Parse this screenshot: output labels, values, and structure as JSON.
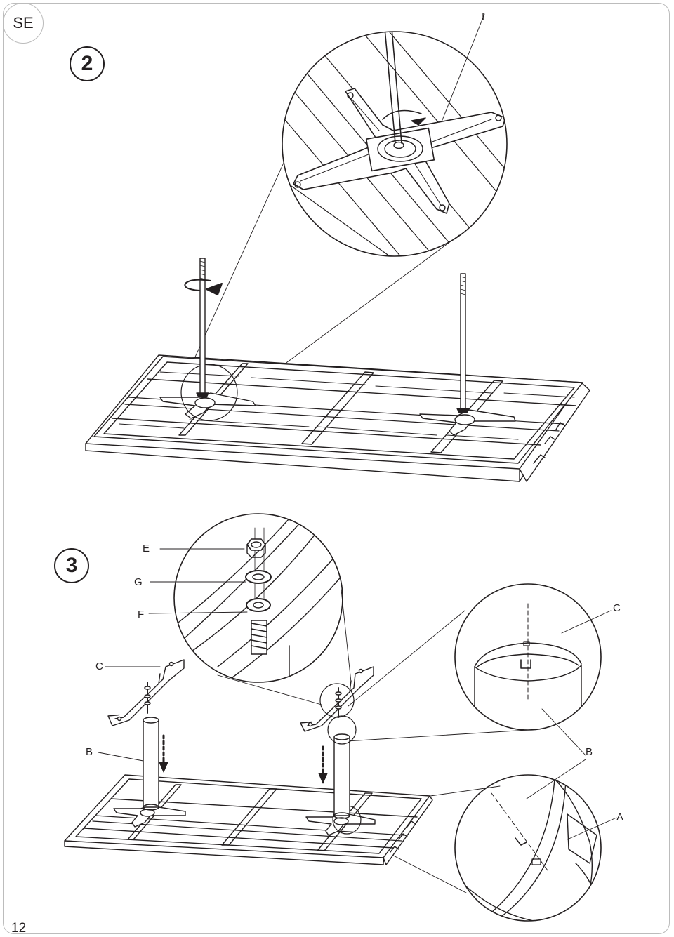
{
  "language_code": "SE",
  "page_number": "12",
  "step2": {
    "number": "2",
    "labels": {
      "detail": "I"
    }
  },
  "step3": {
    "number": "3",
    "labels": {
      "nut": "E",
      "spring_washer": "G",
      "flat_washer": "F",
      "foot_left": "C",
      "foot_right": "C",
      "column_left": "B",
      "column_right": "B",
      "base": "A"
    }
  },
  "colors": {
    "ink": "#231f20",
    "frame": "#bcbcbc",
    "background": "#ffffff"
  }
}
